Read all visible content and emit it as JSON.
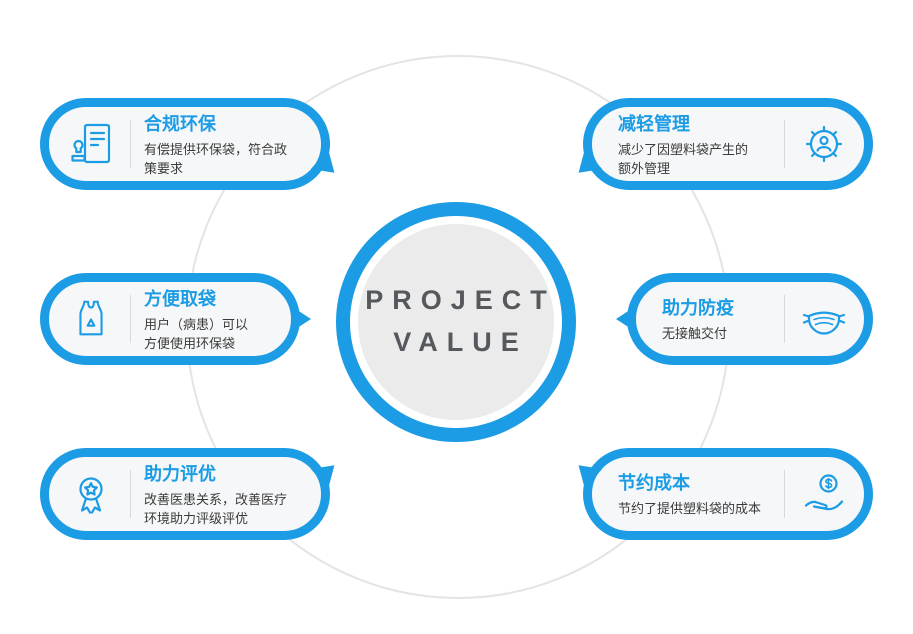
{
  "center": {
    "line1": "PROJECT",
    "line2": "VALUE"
  },
  "cards": [
    {
      "id": "compliance",
      "position": "top-left",
      "title": "合规环保",
      "desc": "有偿提供环保袋，符合政\n策要求",
      "icon": "stamp-document-icon"
    },
    {
      "id": "management",
      "position": "top-right",
      "title": "减轻管理",
      "desc": "减少了因塑料袋产生的\n额外管理",
      "icon": "gear-user-icon"
    },
    {
      "id": "convenience",
      "position": "middle-left",
      "title": "方便取袋",
      "desc": "用户（病患）可以\n方便使用环保袋",
      "icon": "eco-bag-recycle-icon"
    },
    {
      "id": "epidemic",
      "position": "middle-right",
      "title": "助力防疫",
      "desc": "无接触交付",
      "icon": "face-mask-icon"
    },
    {
      "id": "evaluation",
      "position": "bottom-left",
      "title": "助力评优",
      "desc": "改善医患关系，改善医疗\n环境助力评级评优",
      "icon": "award-medal-icon"
    },
    {
      "id": "cost",
      "position": "bottom-right",
      "title": "节约成本",
      "desc": "节约了提供塑料袋的成本",
      "icon": "hand-coin-icon"
    }
  ],
  "colors": {
    "accent": "#1C9CE4",
    "card_background": "#F6F7F8",
    "center_fill": "#EBEBEB",
    "outline_circle": "#E4E4E4",
    "title_text": "#1C9CE4",
    "desc_text": "#3B3B3B",
    "center_text": "#55585C"
  }
}
